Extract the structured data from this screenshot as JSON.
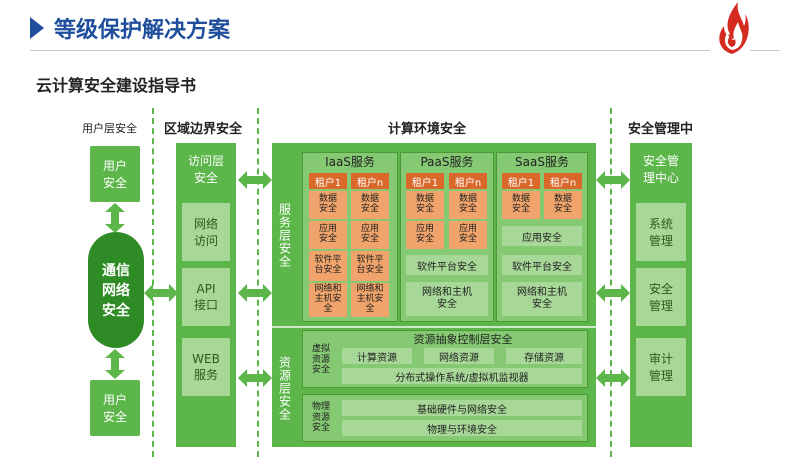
{
  "header": {
    "title": "等级保护解决方案",
    "subtitle": "云计算安全建设指导书"
  },
  "diagram": {
    "col_user": "用户层安全",
    "col_boundary": "区域边界安全",
    "col_compute": "计算环境安全",
    "col_mgmt": "安全管理中",
    "user_top": "用户\n安全",
    "user_bottom": "用户\n安全",
    "comm": "通信\n网络\n安全",
    "boundary_items": [
      "访问层\n安全",
      "网络\n访问",
      "API\n接口",
      "WEB\n服务"
    ],
    "service_layer": "服务层安全",
    "iaas": {
      "title": "IaaS服务",
      "tenants": [
        "租户1",
        "租户n"
      ],
      "rows": [
        "数据\n安全",
        "应用\n安全",
        "软件平\n台安全",
        "网络和\n主机安\n全"
      ]
    },
    "paas": {
      "title": "PaaS服务",
      "tenants": [
        "租户1",
        "租户n"
      ],
      "rows": [
        "数据\n安全",
        "应用\n安全"
      ],
      "shared": [
        "软件平台安全",
        "网络和主机\n安全"
      ]
    },
    "saas": {
      "title": "SaaS服务",
      "tenants": [
        "租户1",
        "租户n"
      ],
      "rows": [
        "数据\n安全"
      ],
      "shared": [
        "应用安全",
        "软件平台安全",
        "网络和主机\n安全"
      ]
    },
    "resource_layer": "资源层安全",
    "abstraction": {
      "title": "资源抽象控制层安全",
      "left": "虚拟\n资源\n安全",
      "items": [
        "计算资源",
        "网络资源",
        "存储资源"
      ],
      "bottom": "分布式操作系统/虚拟机监视器"
    },
    "physical": {
      "left": "物理\n资源\n安全",
      "items": [
        "基础硬件与网络安全",
        "物理与环境安全"
      ]
    },
    "mgmt_items": [
      "安全管\n理中心",
      "系统\n管理",
      "安全\n管理",
      "审计\n管理"
    ]
  },
  "colors": {
    "title_blue": "#1f4e9c",
    "green_dark": "#3d9a2e",
    "green_mid": "#5cb64a",
    "green_light": "#86c973",
    "green_pale": "#a8d898",
    "orange": "#f0a46b",
    "orange_dark": "#d9682a"
  }
}
